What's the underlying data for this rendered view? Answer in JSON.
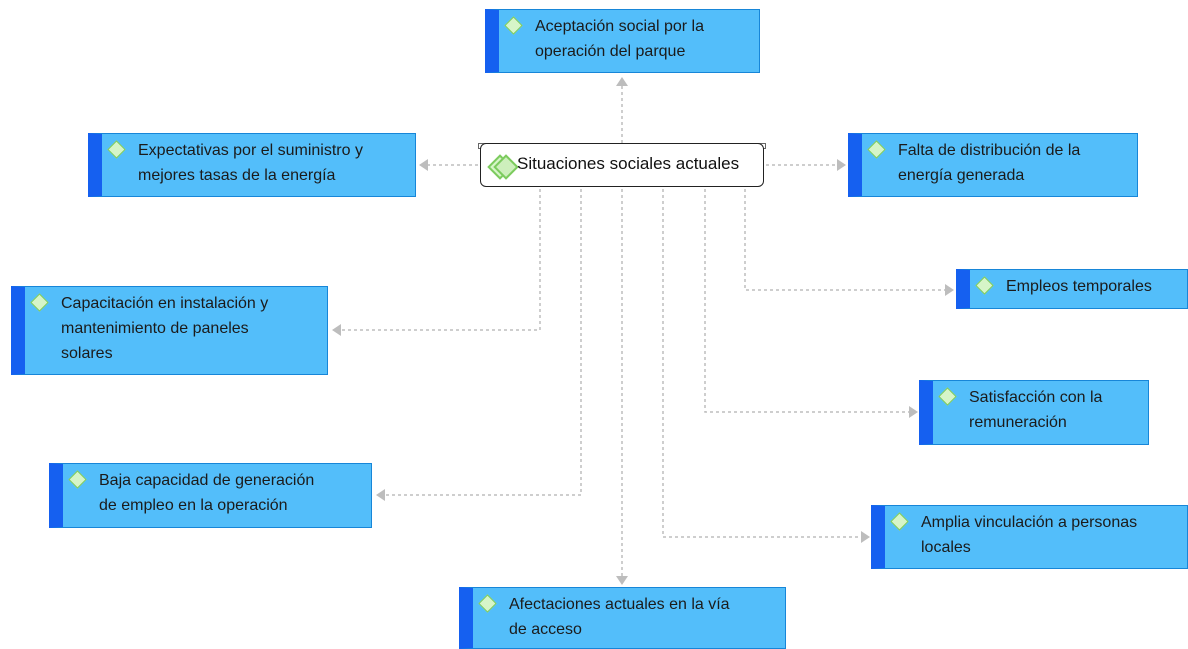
{
  "diagram": {
    "center": {
      "label": "Situaciones sociales actuales"
    },
    "nodes": [
      {
        "id": "aceptacion",
        "lines": [
          "Aceptación social por la",
          "operación del parque"
        ]
      },
      {
        "id": "expectativas",
        "lines": [
          "Expectativas por el suministro y",
          "mejores tasas de la energía"
        ]
      },
      {
        "id": "falta",
        "lines": [
          "Falta de distribución de la",
          "energía generada"
        ]
      },
      {
        "id": "empleos",
        "lines": [
          "Empleos temporales"
        ]
      },
      {
        "id": "capacitacion",
        "lines": [
          "Capacitación en instalación y",
          "mantenimiento de paneles",
          "solares"
        ]
      },
      {
        "id": "satisfaccion",
        "lines": [
          "Satisfacción con la",
          "remuneración"
        ]
      },
      {
        "id": "baja",
        "lines": [
          "Baja capacidad de generación",
          "de empleo en la operación"
        ]
      },
      {
        "id": "amplia",
        "lines": [
          "Amplia vinculación a personas",
          "locales"
        ]
      },
      {
        "id": "afectaciones",
        "lines": [
          "Afectaciones actuales en la vía",
          "de acceso"
        ]
      }
    ]
  },
  "colors": {
    "node_fill": "#53BEFA",
    "node_accent": "#1560F0",
    "connector": "#BDBDBD",
    "topic_icon": "#7CCB5E"
  }
}
